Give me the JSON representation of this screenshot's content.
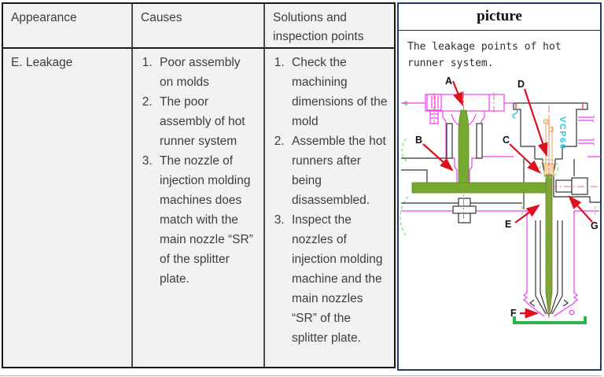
{
  "table": {
    "headers": [
      "Appearance",
      "Causes",
      "Solutions and inspection points"
    ],
    "row": {
      "appearance": "E. Leakage",
      "causes": [
        "Poor assembly on molds",
        "The poor assembly of hot runner system",
        "The nozzle of injection molding machines does match with the main nozzle “SR”  of the splitter plate."
      ],
      "solutions": [
        "Check the machining dimensions of the mold",
        "Assemble the hot runners after being disassembled.",
        "Inspect the nozzles of injection molding machine and the main nozzles “SR”  of the splitter plate."
      ]
    }
  },
  "panel": {
    "title": "picture",
    "caption": "The leakage points of hot runner system.",
    "watermark": "VCP60"
  },
  "diagram": {
    "labels": [
      "A",
      "B",
      "C",
      "D",
      "E",
      "F",
      "G"
    ]
  },
  "colors": {
    "magenta": "#f23cf2",
    "manifold_green": "#76a832",
    "bracket_green": "#2db44a",
    "arrow_red": "#e01020",
    "centerline_red": "#e87070",
    "heater_orange": "#e8a05a",
    "watermark_cyan": "#35c8dc",
    "panel_border_navy": "#1e3a6e",
    "table_bg": "#f2f2f2"
  }
}
